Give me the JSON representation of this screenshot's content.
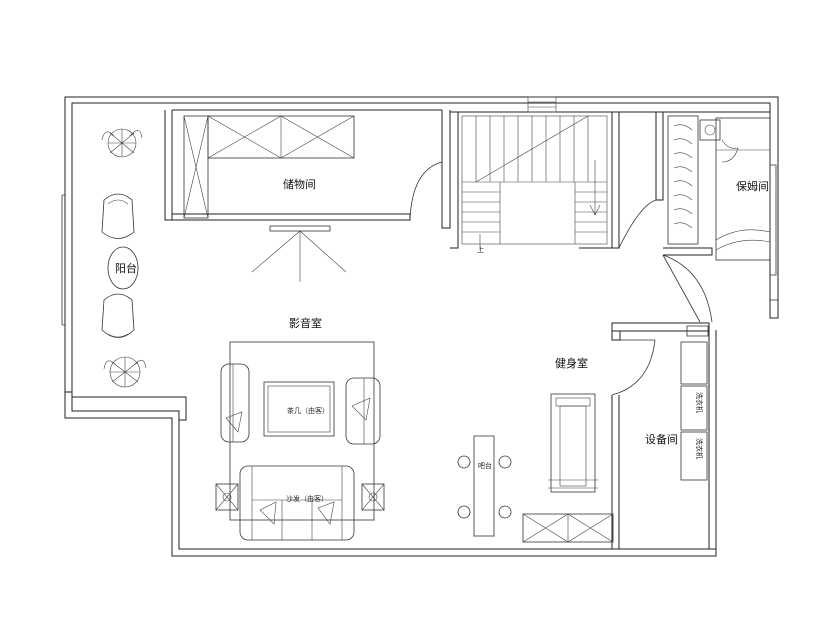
{
  "rooms": {
    "storage": "储物间",
    "nanny": "保姆间",
    "balcony": "阳台",
    "theater": "影音室",
    "gym": "健身室",
    "equipment": "设备间"
  },
  "furniture": {
    "tea_table": "茶几（由客）",
    "sofa": "沙发（由客）",
    "bar": "吧台",
    "washer_1": "洗衣机",
    "washer_2": "洗衣机"
  },
  "stair_mark": "上"
}
